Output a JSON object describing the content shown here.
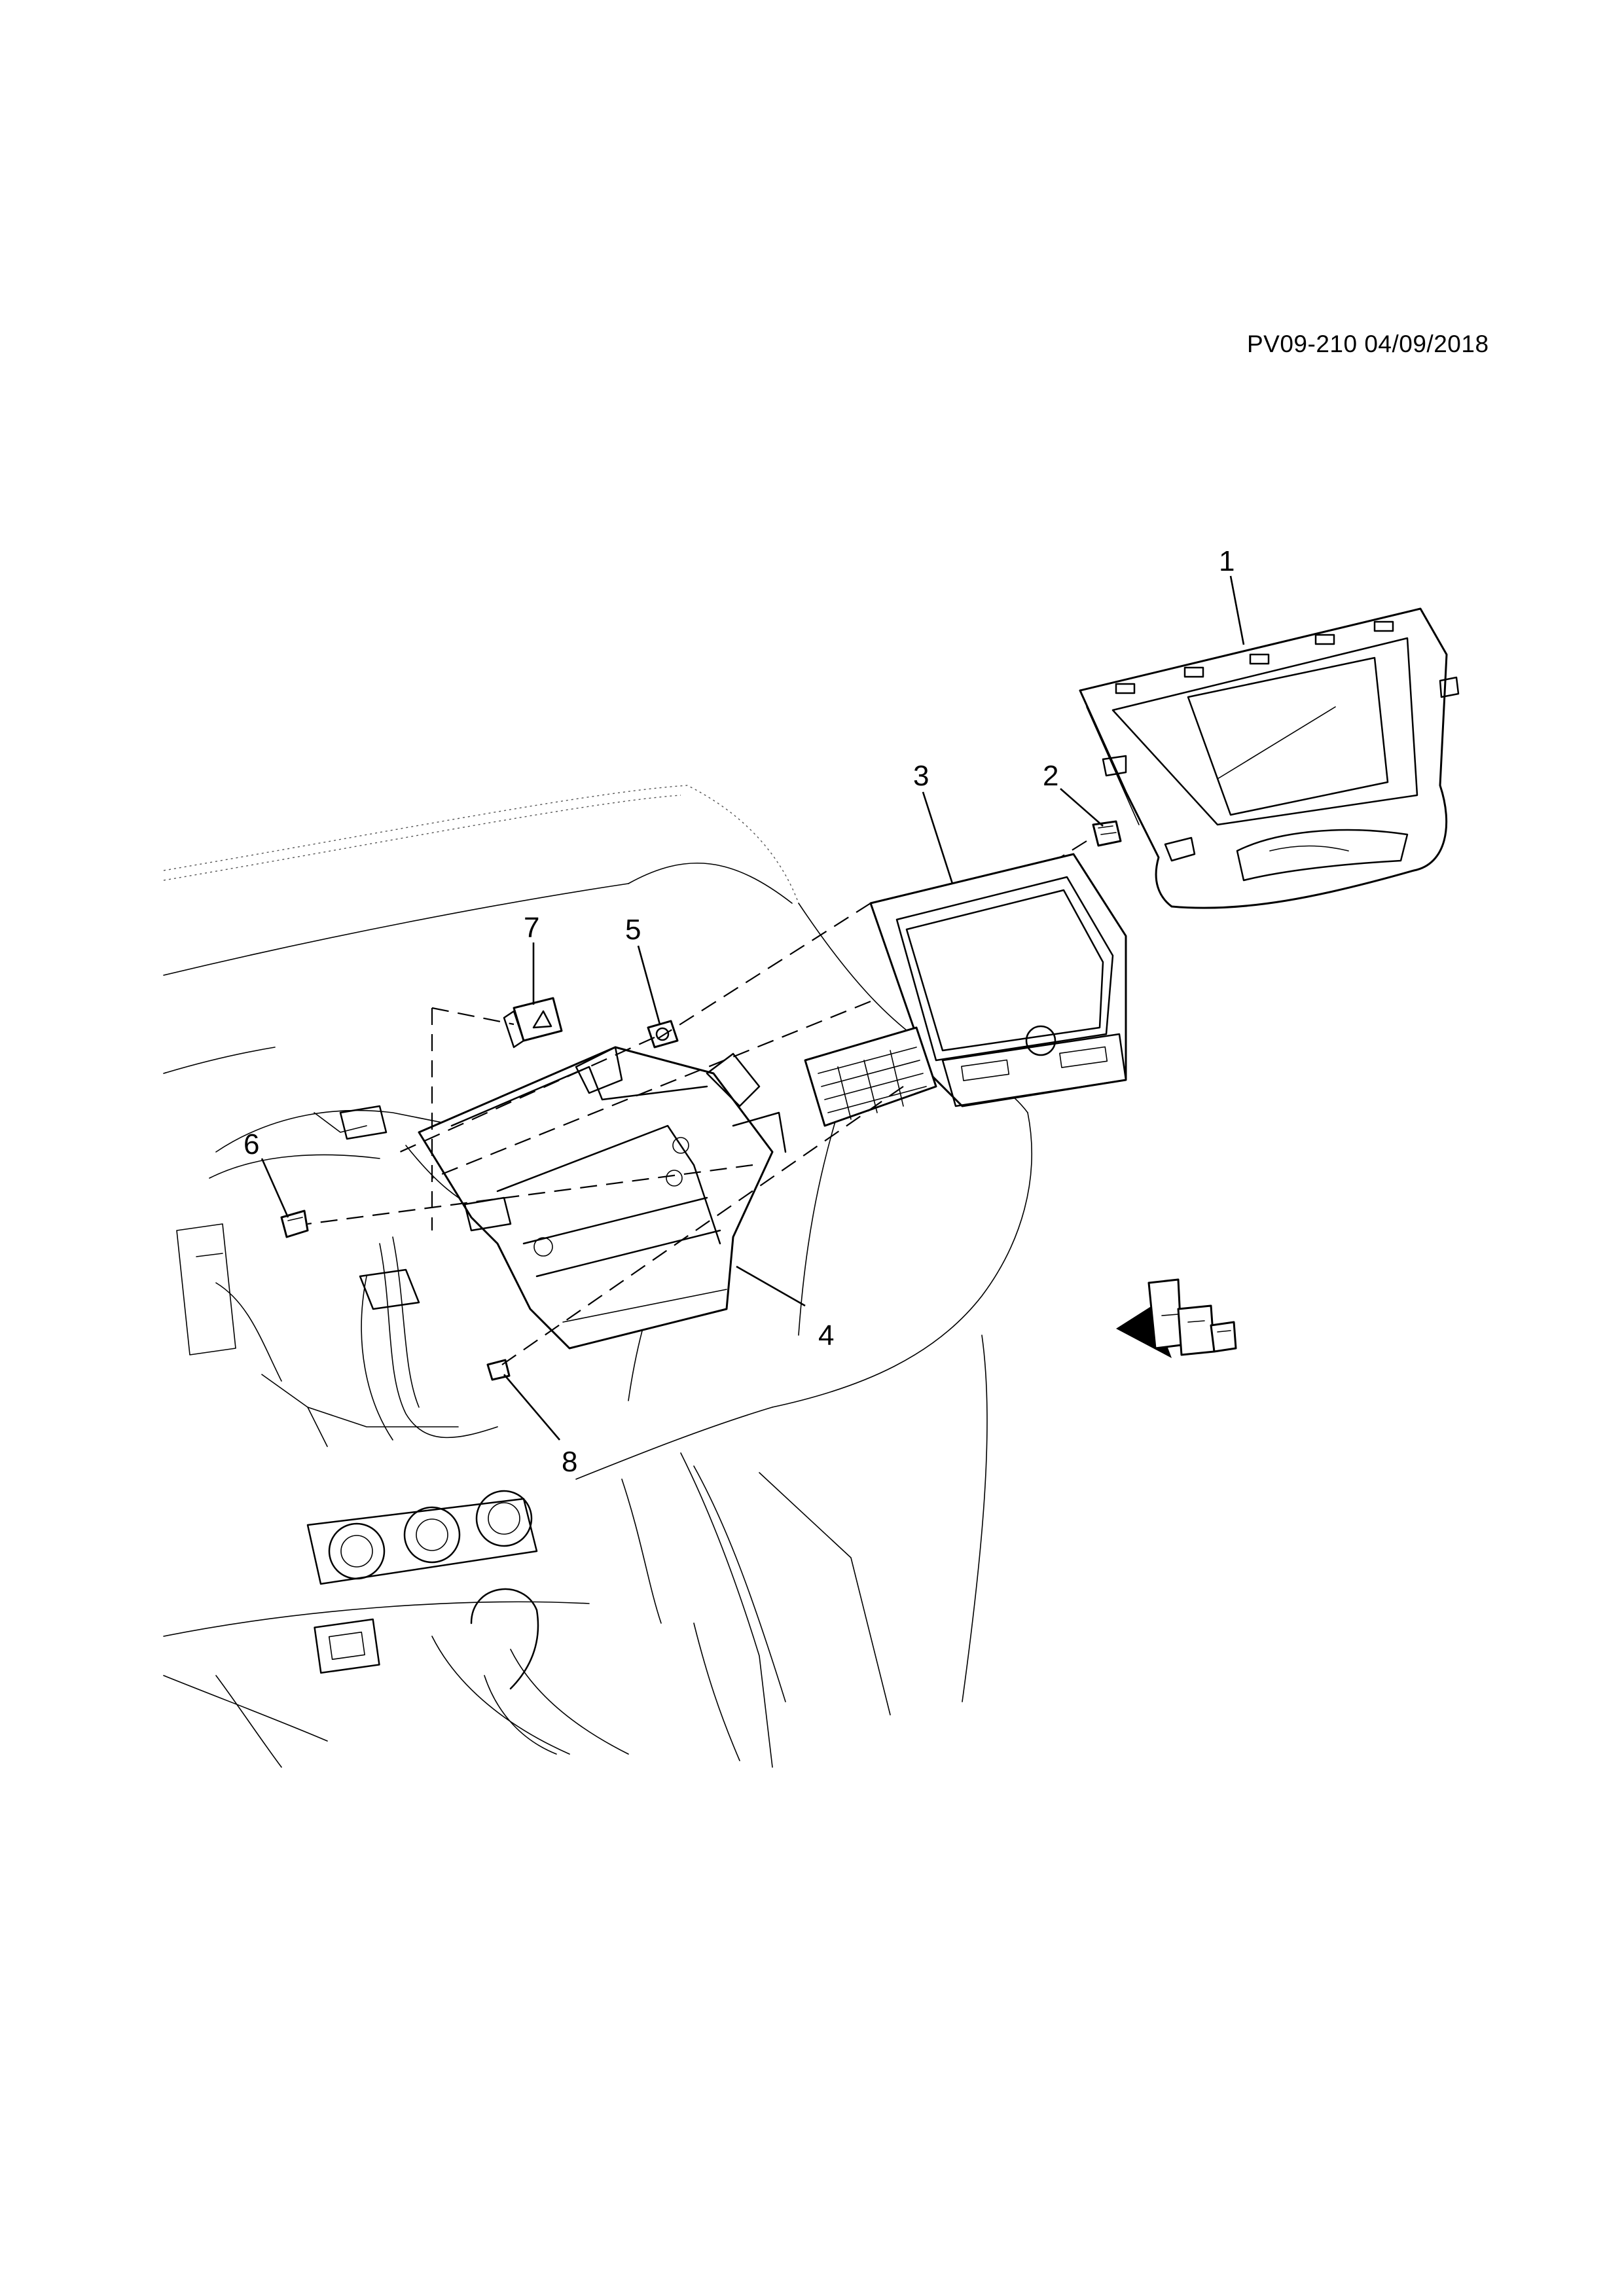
{
  "document": {
    "reference": "PV09-210 04/09/2018"
  },
  "callouts": [
    {
      "id": "1",
      "label": "1"
    },
    {
      "id": "2",
      "label": "2"
    },
    {
      "id": "3",
      "label": "3"
    },
    {
      "id": "4",
      "label": "4"
    },
    {
      "id": "5",
      "label": "5"
    },
    {
      "id": "6",
      "label": "6"
    },
    {
      "id": "7",
      "label": "7"
    },
    {
      "id": "8",
      "label": "8"
    }
  ],
  "orientation_marker": {
    "icon": "front-direction-arrow-icon"
  }
}
